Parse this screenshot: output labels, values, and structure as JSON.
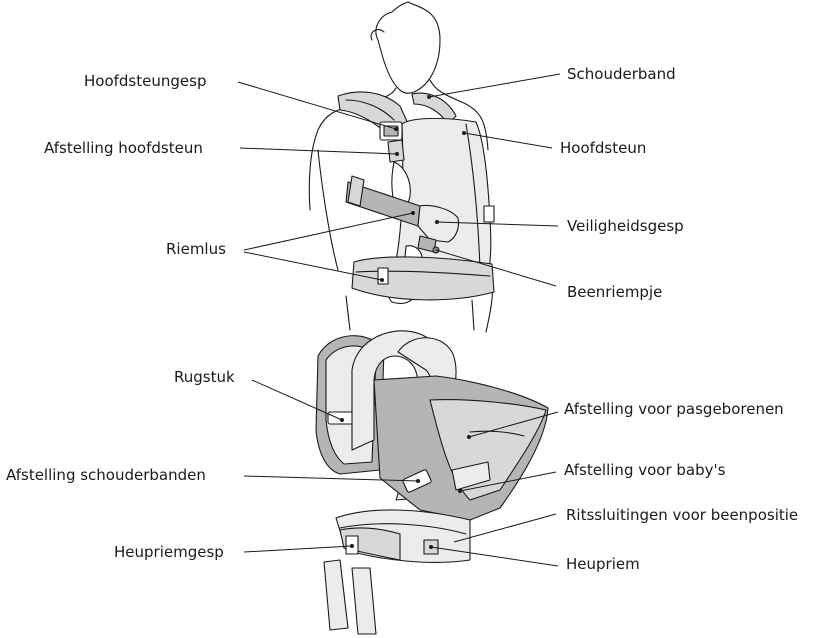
{
  "labels": {
    "hoofdsteungesp": "Hoofdsteungesp",
    "afstelling_hoofdsteun": "Afstelling hoofdsteun",
    "riemlus": "Riemlus",
    "schouderband": "Schouderband",
    "hoofdsteun": "Hoofdsteun",
    "veiligheidsgesp": "Veiligheidsgesp",
    "beenriempje": "Beenriempje",
    "rugstuk": "Rugstuk",
    "afstelling_schouderbanden": "Afstelling schouderbanden",
    "heupriemgesp": "Heupriemgesp",
    "afstelling_pasgeborenen": "Afstelling voor pasgeborenen",
    "afstelling_babys": "Afstelling voor baby's",
    "ritssluitingen": "Ritssluitingen voor beenpositie",
    "heupriem": "Heupriem"
  },
  "colors": {
    "line": "#1a1a1a",
    "fabric_light": "#ececec",
    "fabric_mid": "#d8d8d8",
    "fabric_dark": "#b5b5b5"
  }
}
